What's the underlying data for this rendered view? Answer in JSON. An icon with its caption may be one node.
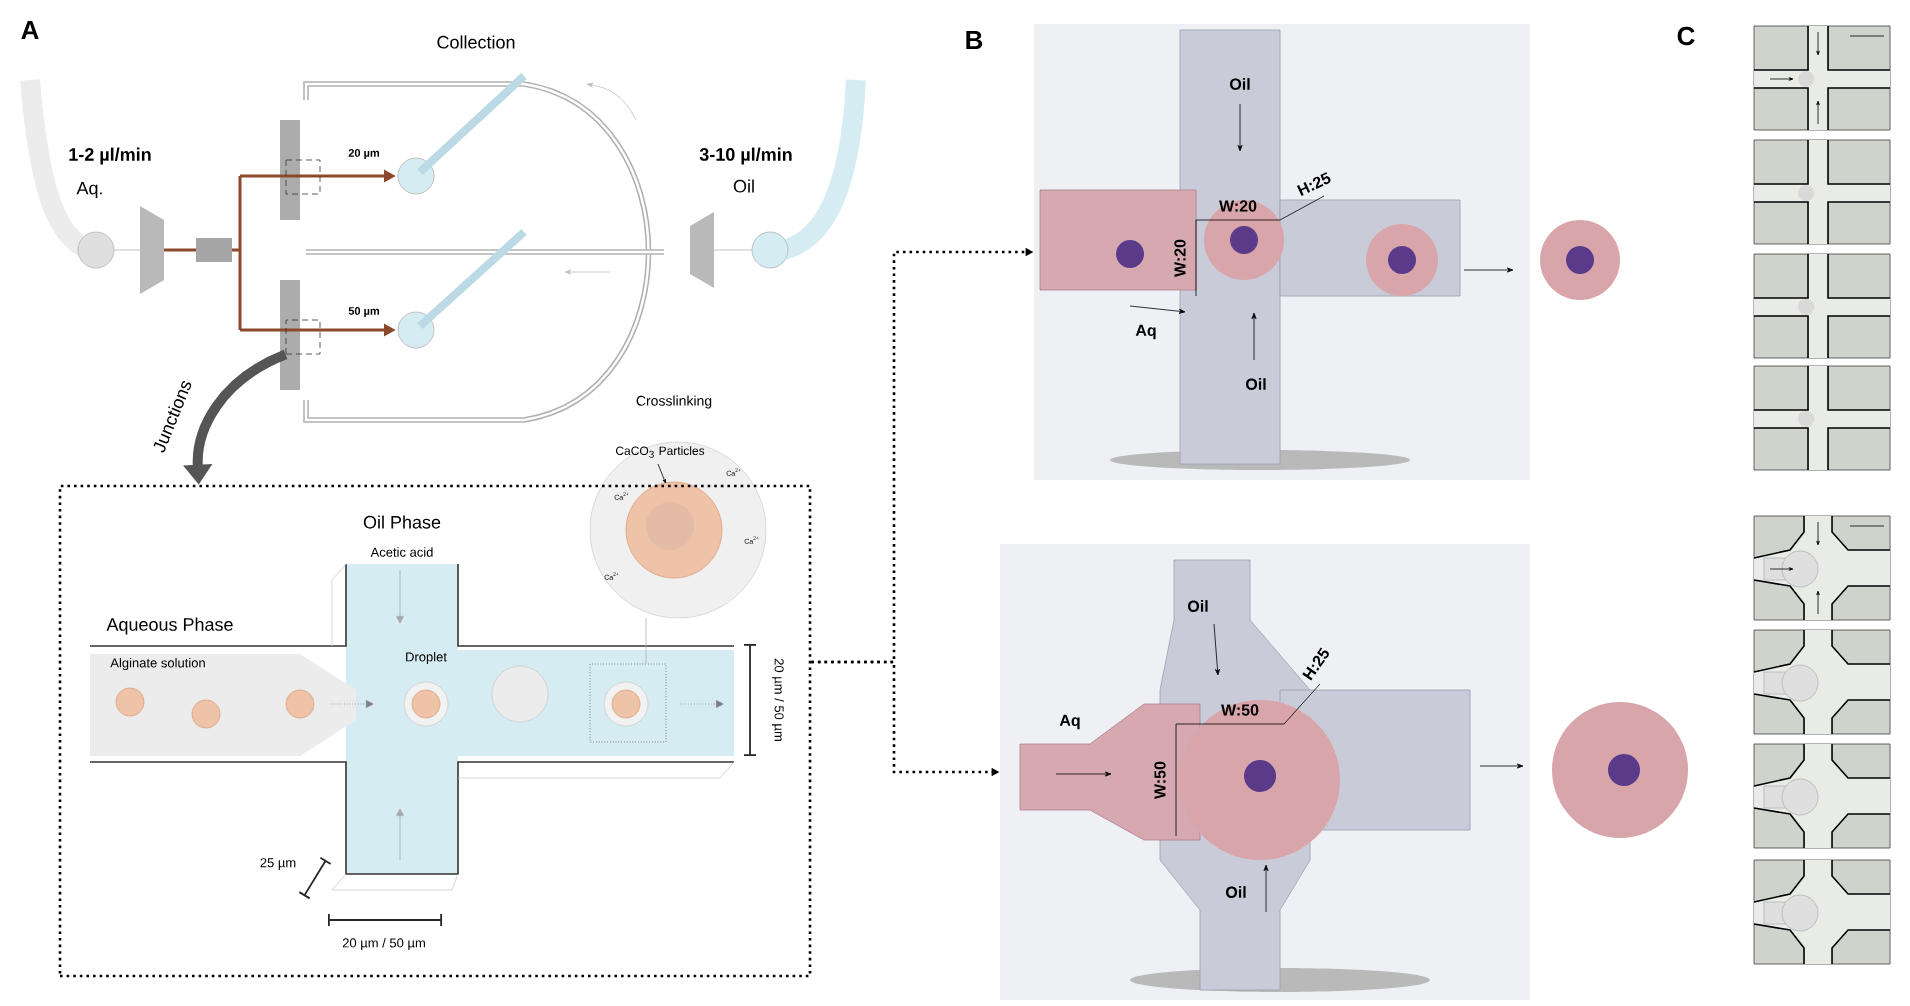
{
  "diagram": {
    "nodes": [
      {
        "text": [],
        "shape": "box"
      },
      {
        "text": [],
        "shape": "box"
      },
      {
        "text": [],
        "shape": "picture"
      },
      {
        "text": [],
        "shape": "picture"
      }
    ],
    "edges": [
      {
        "from": 0,
        "to": 1,
        "arrow": "to",
        "style": "thick",
        "color": "#555555",
        "label": "Junctions"
      },
      {
        "from": 1,
        "to": 2,
        "arrow": "to",
        "style": "dashed"
      },
      {
        "from": 1,
        "to": 3,
        "arrow": "to",
        "style": "dashed"
      }
    ],
    "labels": [
      "A",
      "Collection",
      "1-2 µl/min",
      "Aq.",
      "3-10 µl/min",
      "Oil",
      "20 µm",
      "50 µm",
      "Crosslinking",
      "CaCO$_{3}$ Particles",
      "Ca$^{2+}$",
      "Ca$^{2+}$",
      "Oil Phase",
      "Acetic acid",
      "Ca$^{2+}$",
      "Ca$^{2+}$",
      "Aqueous Phase",
      "Alginate solution",
      "Droplet",
      "20 µm / 50 µm",
      "25 µm",
      "20 µm / 50 µm",
      "B",
      "Oil",
      "W:20",
      "H:25",
      "W:20",
      "Aq",
      "Oil",
      "Oil",
      "Aq",
      "W:50",
      "H:25",
      "W:50",
      "Oil",
      "C"
    ]
  }
}
